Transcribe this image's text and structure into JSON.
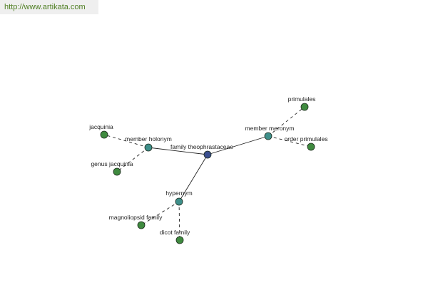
{
  "header": {
    "url": "http://www.artikata.com"
  },
  "colors": {
    "center": "#3b4f8f",
    "relation": "#3e8f8a",
    "leaf": "#3f8a3f",
    "edge": "#222222"
  },
  "graph": {
    "nodes": [
      {
        "id": "center",
        "label": "family theophrastaceae",
        "kind": "center"
      },
      {
        "id": "holonym",
        "label": "member holonym",
        "kind": "relation"
      },
      {
        "id": "meronym",
        "label": "member meronym",
        "kind": "relation"
      },
      {
        "id": "hypernym",
        "label": "hypernym",
        "kind": "relation"
      },
      {
        "id": "jacquinia",
        "label": "jacquinia",
        "kind": "leaf"
      },
      {
        "id": "genus-jacquinia",
        "label": "genus jacquinia",
        "kind": "leaf"
      },
      {
        "id": "primulales",
        "label": "primulales",
        "kind": "leaf"
      },
      {
        "id": "order-primulales",
        "label": "order primulales",
        "kind": "leaf"
      },
      {
        "id": "magnoliopsid-family",
        "label": "magnoliopsid family",
        "kind": "leaf"
      },
      {
        "id": "dicot-family",
        "label": "dicot family",
        "kind": "leaf"
      }
    ],
    "edges": [
      {
        "from": "center",
        "to": "holonym",
        "style": "solid"
      },
      {
        "from": "center",
        "to": "meronym",
        "style": "solid"
      },
      {
        "from": "center",
        "to": "hypernym",
        "style": "solid"
      },
      {
        "from": "holonym",
        "to": "jacquinia",
        "style": "dashed"
      },
      {
        "from": "holonym",
        "to": "genus-jacquinia",
        "style": "dashed"
      },
      {
        "from": "meronym",
        "to": "primulales",
        "style": "dashed"
      },
      {
        "from": "meronym",
        "to": "order-primulales",
        "style": "dashed"
      },
      {
        "from": "hypernym",
        "to": "magnoliopsid-family",
        "style": "dashed"
      },
      {
        "from": "hypernym",
        "to": "dicot-family",
        "style": "dashed"
      }
    ]
  }
}
